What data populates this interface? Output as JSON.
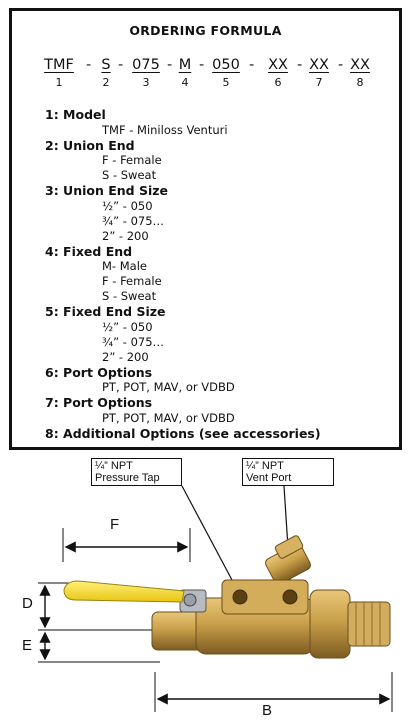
{
  "ordering_formula": {
    "title": "ORDERING FORMULA",
    "segments": [
      {
        "code": "TMF",
        "number": "1"
      },
      {
        "code": "S",
        "number": "2"
      },
      {
        "code": "075",
        "number": "3"
      },
      {
        "code": "M",
        "number": "4"
      },
      {
        "code": "050",
        "number": "5"
      },
      {
        "code": "XX",
        "number": "6"
      },
      {
        "code": "XX",
        "number": "7"
      },
      {
        "code": "XX",
        "number": "8"
      }
    ],
    "separator": "-",
    "sections": [
      {
        "title": "1: Model",
        "lines": [
          "TMF - Miniloss Venturi"
        ]
      },
      {
        "title": "2: Union End",
        "lines": [
          "F - Female",
          "S - Sweat"
        ]
      },
      {
        "title": "3: Union End Size",
        "lines": [
          "½” - 050",
          "¾” - 075…",
          "2”  - 200"
        ]
      },
      {
        "title": "4: Fixed End",
        "lines": [
          "M- Male",
          "F - Female",
          "S - Sweat"
        ]
      },
      {
        "title": "5: Fixed End Size",
        "lines": [
          "½” - 050",
          "¾” - 075…",
          "2”  - 200"
        ]
      },
      {
        "title": "6: Port Options",
        "lines": [
          "PT, POT, MAV, or VDBD"
        ]
      },
      {
        "title": "7: Port Options",
        "lines": [
          "PT, POT, MAV, or VDBD"
        ]
      },
      {
        "title": "8: Additional Options (see accessories)",
        "lines": []
      }
    ]
  },
  "diagram": {
    "callouts": [
      {
        "line1": "¼” NPT",
        "line2": "Pressure Tap"
      },
      {
        "line1": "¼” NPT",
        "line2": "Vent Port"
      }
    ],
    "dimensions": {
      "f": "F",
      "d": "D",
      "e": "E",
      "b": "B"
    },
    "colors": {
      "brass": "#c9a04a",
      "brass_dark": "#8a6a28",
      "handle": "#f2d51a",
      "steel": "#9aa0a6"
    }
  }
}
